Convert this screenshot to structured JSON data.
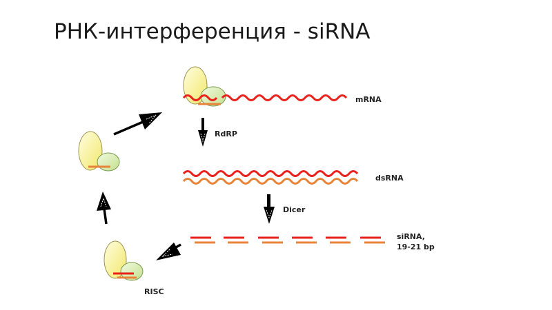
{
  "title": "РНК-интерференция - siRNA",
  "labels": {
    "mrna": "mRNA",
    "rdrp": "RdRP",
    "dsrna": "dsRNA",
    "dicer": "Dicer",
    "sirna_line1": "siRNA,",
    "sirna_line2": "19-21 bp",
    "risc": "RISC"
  },
  "colors": {
    "sense_strand": "#e8221b",
    "antisense_strand": "#e8833a",
    "protein_large": "#fbf5a8",
    "protein_small": "#dff0b8",
    "arrow": "#000000"
  }
}
